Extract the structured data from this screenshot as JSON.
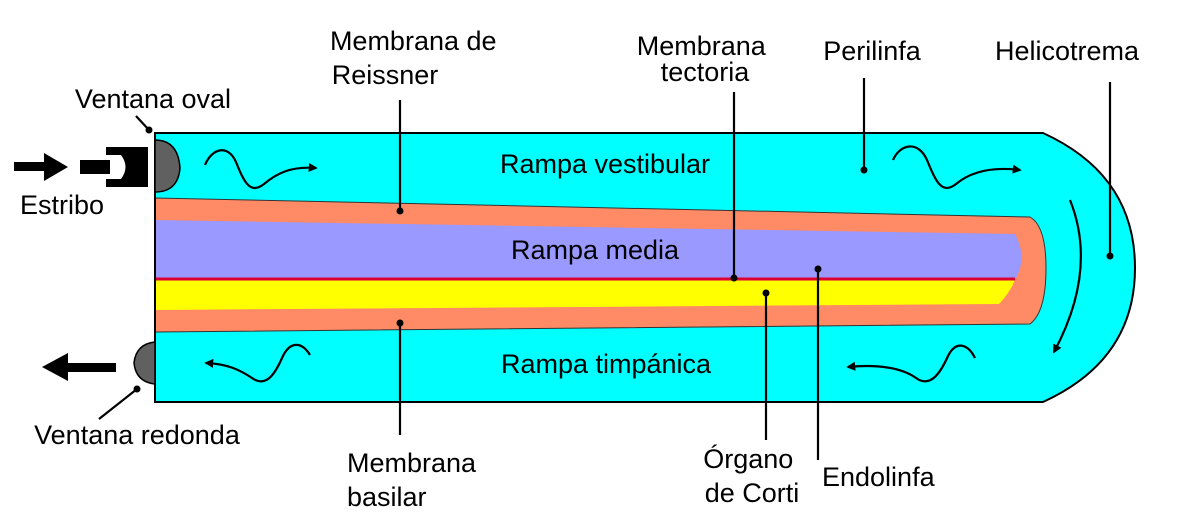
{
  "colors": {
    "perilymph": "#00ffff",
    "reissner_basilar": "#ff8a66",
    "media": "#9999ff",
    "corti": "#ffff00",
    "tectoria": "#dd0033",
    "window": "#606060",
    "outline": "#000000"
  },
  "labels": {
    "rampa_vestibular": "Rampa vestibular",
    "rampa_media": "Rampa media",
    "rampa_timpanica": "Rampa timpánica",
    "membrana_reissner": [
      "Membrana de",
      "Reissner"
    ],
    "membrana_tectoria": [
      "Membrana",
      "tectoria"
    ],
    "perilinfa": "Perilinfa",
    "helicotrema": "Helicotrema",
    "ventana_oval": "Ventana oval",
    "estribo": "Estribo",
    "ventana_redonda": "Ventana redonda",
    "membrana_basilar": [
      "Membrana",
      "basilar"
    ],
    "organo_corti": [
      "Órgano",
      "de Corti"
    ],
    "endolinfa": "Endolinfa"
  },
  "icons": [
    "stapes-icon",
    "push-arrow-icon",
    "outflow-arrow-icon",
    "wavy-flow-arrow-icon",
    "curved-flow-arrow-icon"
  ]
}
